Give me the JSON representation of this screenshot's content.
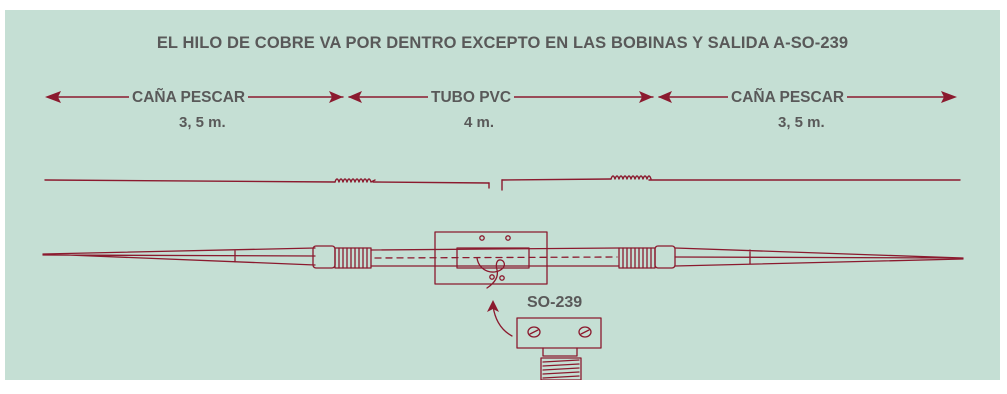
{
  "title": "EL HILO DE COBRE VA POR DENTRO EXCEPTO EN LAS BOBINAS Y SALIDA A-SO-239",
  "segments": [
    {
      "name": "CAÑA PESCAR",
      "length": "3, 5 m."
    },
    {
      "name": "TUBO PVC",
      "length": "4 m."
    },
    {
      "name": "CAÑA PESCAR",
      "length": "3, 5 m."
    }
  ],
  "connector_label": "SO-239",
  "colors": {
    "background": "#c5dfd4",
    "ink": "#8b1a2e",
    "label_text": "#595959"
  }
}
